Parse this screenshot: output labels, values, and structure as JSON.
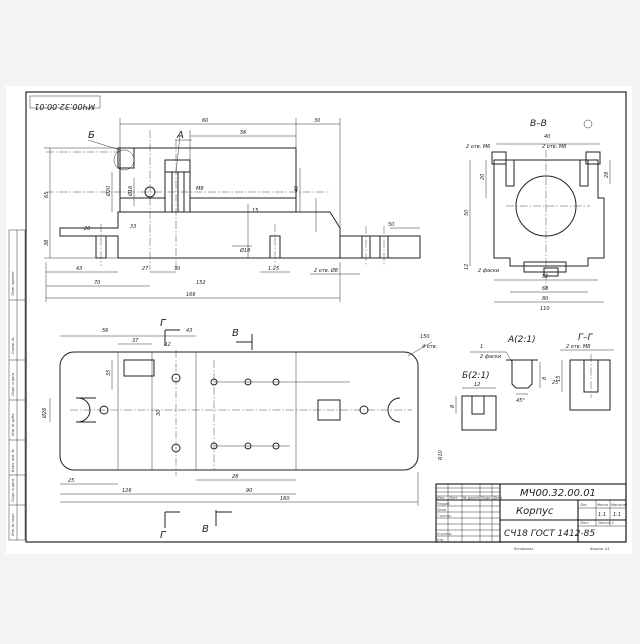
{
  "sheet": {
    "designation_rotated": "МЧ00.32.00.01"
  },
  "title_block": {
    "designation": "МЧ00.32.00.01",
    "name": "Корпус",
    "material": "СЧ18 ГОСТ 1412-85",
    "col_lit": "Лит.",
    "col_mass": "Масса",
    "col_scale": "Масштаб",
    "mass_value": "1:1",
    "scale_value": "1:1",
    "sheet_label": "Лист",
    "sheets_label": "Листов 1",
    "row_izm": "Изм.",
    "row_list": "Лист",
    "row_doc": "№ докум.",
    "row_sign": "Подп.",
    "row_date": "Дата",
    "row_razrab": "Разраб.",
    "row_prov": "Пров.",
    "row_tkontr": "Т.контр.",
    "row_nkontr": "Н.контр.",
    "row_utv": "Утв.",
    "copied": "Копировал",
    "format": "Формат А3"
  },
  "margin_strip": {
    "perv_primen": "Перв. примен.",
    "sprav": "Справ. №",
    "podp_data_1": "Подп. и дата",
    "inv_dubl": "Инв. № дубл.",
    "vzam_inv": "Взам. инв. №",
    "podp_data_2": "Подп. и дата",
    "inv_podl": "Инв. № подл."
  },
  "main_view": {
    "letter_b": "Б",
    "letter_a": "А",
    "dim_top_60": "60",
    "dim_top_56": "56",
    "dim_top_30": "30",
    "dim_left_65": "65",
    "dim_d20": "Ø20",
    "dim_d16": "Ø16",
    "dim_40": "40",
    "dim_33": "33",
    "dim_38": "38",
    "dim_20": "20",
    "dim_m8": "М8",
    "dim_d18": "Ø18",
    "dim_125": "1.25",
    "dim_27": "27",
    "dim_15": "15",
    "dim_50": "50",
    "dim_2otv": "2 отв. Ø8",
    "dim_bot_30": "30",
    "dim_bot_70": "70",
    "dim_bot_152": "152",
    "dim_bot_166": "166",
    "dim_bot_43": "43"
  },
  "plan_view": {
    "letter_g1": "Г",
    "letter_g2": "Г",
    "letter_v1": "В",
    "letter_v2": "В",
    "dim_56": "56",
    "dim_37": "37",
    "dim_43": "43",
    "dim_r2": "R2",
    "dim_150": "150",
    "dim_35": "35",
    "dim_30": "30",
    "dim_left_26": "Ø26",
    "dim_bot_25": "25",
    "dim_bot_126": "126",
    "dim_bot_28": "28",
    "dim_bot_90": "90",
    "dim_bot_160": "160",
    "dim_r10": "R10",
    "dim_4otv": "4 отв."
  },
  "section_vv": {
    "title": "В–В",
    "dim_2otv_m6": "2 отв. М6",
    "dim_2otv_m8": "2 отв. М8",
    "dim_40": "40",
    "dim_20": "20",
    "dim_28": "28",
    "dim_50": "50",
    "dim_12": "12",
    "dim_52": "52",
    "dim_80": "80",
    "dim_68": "68",
    "dim_110": "110",
    "dim_2_faski": "2 фаски"
  },
  "detail_a": {
    "title": "А(2:1)",
    "dim_1": "1",
    "dim_2faski": "2 фаски",
    "dim_8": "8",
    "dim_45": "45°"
  },
  "detail_b": {
    "title": "Б(2:1)",
    "dim_12": "12",
    "dim_8": "8"
  },
  "section_gg": {
    "title": "Г–Г",
    "dim_2otv": "2 отв. М8",
    "dim_15": "15",
    "dim_25": "25"
  }
}
